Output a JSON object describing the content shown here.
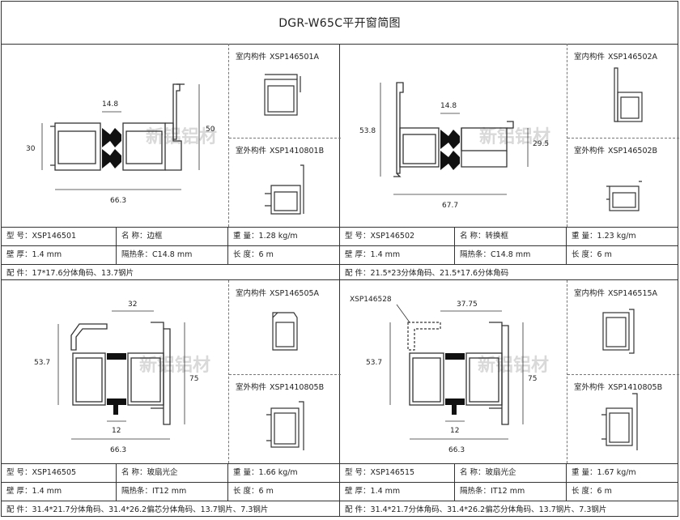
{
  "title": "DGR-W65C平开窗简图",
  "watermark": "新铝铝材",
  "labels": {
    "model": "型 号：",
    "name": "名 称：",
    "weight": "重 量：",
    "wall": "壁 厚：",
    "thermal": "隔热条：",
    "length": "长 度：",
    "accessory": "配 件：",
    "indoor": "室内构件",
    "outdoor": "室外构件"
  },
  "panels": [
    {
      "indoor_code": "XSP146501A",
      "outdoor_code": "XSP1410801B",
      "dims": {
        "width": "66.3",
        "height": "30",
        "total_height": "50",
        "strip": "14.8"
      },
      "model": "XSP146501",
      "name": "边框",
      "weight": "1.28 kg/m",
      "wall": "1.4 mm",
      "thermal": "C14.8 mm",
      "length": "6 m",
      "accessory": "17*17.6分体角码、13.7钢片"
    },
    {
      "indoor_code": "XSP146502A",
      "outdoor_code": "XSP146502B",
      "dims": {
        "width": "67.7",
        "height": "53.8",
        "right_height": "29.5",
        "strip": "14.8"
      },
      "model": "XSP146502",
      "name": "转换框",
      "weight": "1.23 kg/m",
      "wall": "1.4 mm",
      "thermal": "C14.8 mm",
      "length": "6 m",
      "accessory": "21.5*23分体角码、21.5*17.6分体角码"
    },
    {
      "indoor_code": "XSP146505A",
      "outdoor_code": "XSP1410805B",
      "dims": {
        "width": "66.3",
        "height": "53.7",
        "total_height": "75",
        "top": "32",
        "strip": "12"
      },
      "model": "XSP146505",
      "name": "玻扇光企",
      "weight": "1.66 kg/m",
      "wall": "1.4 mm",
      "thermal": "IT12 mm",
      "length": "6 m",
      "accessory": "31.4*21.7分体角码、31.4*26.2偏芯分体角码、13.7钢片、7.3钢片"
    },
    {
      "indoor_code": "XSP146515A",
      "outdoor_code": "XSP1410805B",
      "extra_code": "XSP146528",
      "dims": {
        "width": "66.3",
        "height": "53.7",
        "total_height": "75",
        "top": "37.75",
        "strip": "12"
      },
      "model": "XSP146515",
      "name": "玻扇光企",
      "weight": "1.67 kg/m",
      "wall": "1.4 mm",
      "thermal": "IT12 mm",
      "length": "6 m",
      "accessory": "31.4*21.7分体角码、31.4*26.2偏芯分体角码、13.7钢片、7.3钢片"
    }
  ]
}
